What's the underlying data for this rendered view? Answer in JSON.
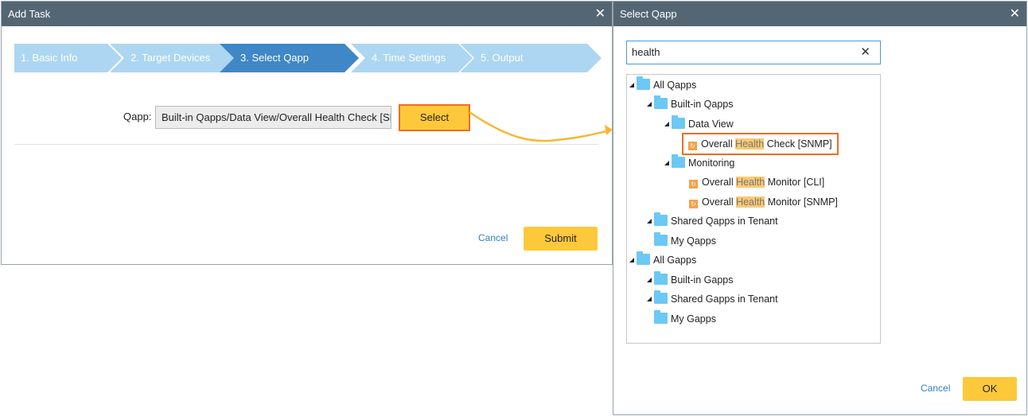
{
  "add_task": {
    "title": "Add Task",
    "steps": [
      "1. Basic Info",
      "2. Target Devices",
      "3. Select Qapp",
      "4. Time Settings",
      "5. Output"
    ],
    "active_step": 2,
    "qapp_label": "Qapp:",
    "qapp_value": "Built-in Qapps/Data View/Overall Health Check [SN",
    "select_label": "Select",
    "cancel_label": "Cancel",
    "submit_label": "Submit"
  },
  "select_qapp": {
    "title": "Select Qapp",
    "search_value": "health",
    "tree": {
      "all_qapps": "All Qapps",
      "builtin_qapps": "Built-in Qapps",
      "data_view": "Data View",
      "item1_pre": "Overall ",
      "item1_hl": "Health",
      "item1_post": " Check [SNMP]",
      "monitoring": "Monitoring",
      "item2_pre": "Overall ",
      "item2_hl": "Health",
      "item2_post": " Monitor [CLI]",
      "item3_pre": "Overall ",
      "item3_hl": "Health",
      "item3_post": " Monitor [SNMP]",
      "shared_qapps": "Shared Qapps in Tenant",
      "my_qapps": "My Qapps",
      "all_gapps": "All Gapps",
      "builtin_gapps": "Built-in Gapps",
      "shared_gapps": "Shared Gapps in Tenant",
      "my_gapps": "My Gapps"
    },
    "cancel_label": "Cancel",
    "ok_label": "OK"
  },
  "colors": {
    "header": "#546673",
    "accent": "#fdc93a",
    "highlight": "#f26b22",
    "step_active": "#3f87c6",
    "step": "#acd6f1"
  }
}
